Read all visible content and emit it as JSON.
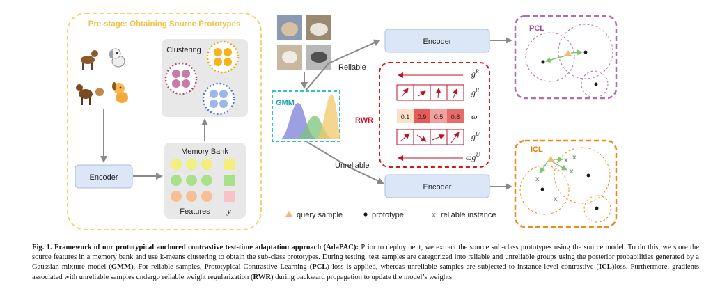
{
  "colors": {
    "prestage_border": "#f5d36b",
    "encoder_fill": "#dbe7f7",
    "gmm_border": "#2ec4c4",
    "rwr_border": "#d21c1c",
    "pcl_border": "#b06fa8",
    "icl_border": "#ef8a1c",
    "gmm_curves": [
      "#7b7fd8",
      "#7cc47a",
      "#f2c86a"
    ]
  },
  "prestage": {
    "title": "Pre-stage: Obtaining Source Prototypes"
  },
  "clustering": {
    "label": "Clustering"
  },
  "memory_bank": {
    "title": "Memory Bank",
    "features_label": "Features",
    "y_label": "y"
  },
  "encoders": {
    "left": "Encoder",
    "top": "Encoder",
    "bottom": "Encoder"
  },
  "gmm": {
    "label": "GMM"
  },
  "branches": {
    "reliable": "Reliable",
    "unreliable": "Unreliable"
  },
  "rwr": {
    "label": "RWR",
    "g_r": "g",
    "g_r_sup": "R",
    "g_r2": "g",
    "g_r2_sup": "R",
    "omega": "ω",
    "g_u": "g",
    "g_u_sup": "U",
    "omega_g_u": "ωg",
    "omega_g_u_sup": "U",
    "weights": [
      "0.1",
      "0.9",
      "0.5",
      "0.8"
    ]
  },
  "pcl": {
    "label": "PCL"
  },
  "icl": {
    "label": "ICL"
  },
  "legend": {
    "query": "query sample",
    "prototype": "prototype",
    "reliable_instance": "reliable instance",
    "x_glyph": "x"
  },
  "caption": {
    "fig": "Fig. 1.",
    "title": "Framework of our prototypical anchored contrastive test-time adaptation approach (AdaPAC):",
    "s1": " Prior to deployment, we extract the source sub-class prototypes using the source model. To do this, we store the source features in a memory bank and use k-means clustering to obtain the sub-class prototypes. During testing, test samples are categorized into reliable and unreliable groups using the posterior probabilities generated by a Gaussian mixture model (",
    "gmm": "GMM",
    "s2": "). For reliable samples, Prototypical Contrastive Learning (",
    "pcl": "PCL",
    "s3": ") loss is applied, whereas unreliable samples are subjected to instance-level contrastive (",
    "icl": "ICL",
    "s4": ")loss. Furthermore, gradients associated with unreliable samples undergo reliable weight regularization (",
    "rwr": "RWR",
    "s5": ") during backward propagation to update the model’s weights."
  }
}
